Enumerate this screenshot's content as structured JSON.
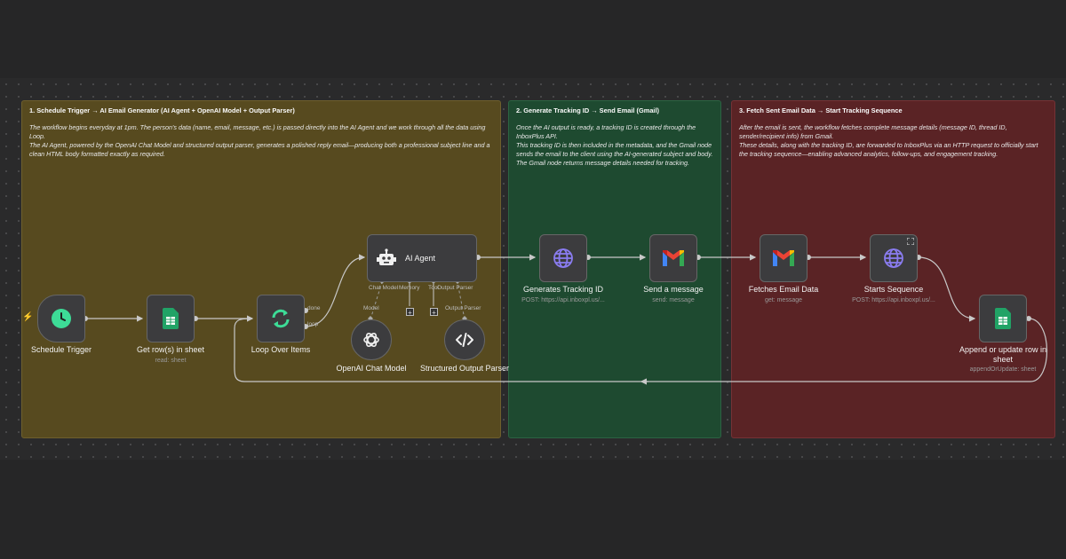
{
  "stickies": [
    {
      "title": "1. Schedule Trigger → AI Email Generator (AI Agent + OpenAI Model + Output Parser)",
      "body": [
        "The workflow begins everyday at 1pm. The person's data (name, email, message, etc.) is passed directly into the AI Agent and we work through all the data using Loop.",
        "The AI Agent, powered by the OpenAI Chat Model and structured output parser, generates a polished reply email—producing both a professional subject line and a clean HTML body formatted exactly as required."
      ]
    },
    {
      "title": "2. Generate Tracking ID → Send Email (Gmail)",
      "body": [
        "Once the AI output is ready, a tracking ID is created through the InboxPlus API.",
        "This tracking ID is then included in the metadata, and the Gmail node sends the email to the client using the AI-generated subject and body. The Gmail node returns message details needed for tracking."
      ]
    },
    {
      "title": "3. Fetch Sent Email Data → Start Tracking Sequence",
      "body": [
        "After the email is sent, the workflow fetches complete message details (message ID, thread ID, sender/recipient info) from Gmail.",
        "These details, along with the tracking ID, are forwarded to InboxPlus via an HTTP request to officially start the tracking sequence—enabling advanced analytics, follow-ups, and engagement tracking."
      ]
    }
  ],
  "nodes": {
    "schedule_trigger": {
      "label": "Schedule Trigger",
      "icon": "clock-icon",
      "color": "#3ddc97"
    },
    "get_rows": {
      "label": "Get row(s) in sheet",
      "sub": "read: sheet",
      "icon": "google-sheets-icon",
      "color": "#21a366"
    },
    "loop": {
      "label": "Loop Over Items",
      "icon": "loop-arrows-icon",
      "color": "#3ddc97",
      "port_done": "done",
      "port_loop": "loop"
    },
    "ai_agent": {
      "label": "AI Agent",
      "icon": "robot-icon",
      "ports": [
        "Chat Model",
        "Memory",
        "Tool",
        "Output Parser"
      ]
    },
    "openai": {
      "label": "OpenAI Chat Model",
      "icon": "openai-icon",
      "port": "Model"
    },
    "parser": {
      "label": "Structured Output Parser",
      "icon": "code-icon",
      "port": "Output Parser"
    },
    "tracking": {
      "label": "Generates Tracking ID",
      "sub": "POST: https://api.inboxpl.us/...",
      "icon": "globe-icon",
      "color": "#8a7cf0"
    },
    "send": {
      "label": "Send a message",
      "sub": "send: message",
      "icon": "gmail-icon"
    },
    "fetch": {
      "label": "Fetches Email Data",
      "sub": "get: message",
      "icon": "gmail-icon"
    },
    "sequence": {
      "label": "Starts Sequence",
      "sub": "POST: https://api.inboxpl.us/...",
      "icon": "globe-icon",
      "color": "#8a7cf0"
    },
    "append": {
      "label": "Append or update row in sheet",
      "sub": "appendOrUpdate: sheet",
      "icon": "google-sheets-icon",
      "color": "#21a366"
    }
  },
  "colors": {
    "accent": "#ff6d5a",
    "wire": "#c8c8c8"
  }
}
